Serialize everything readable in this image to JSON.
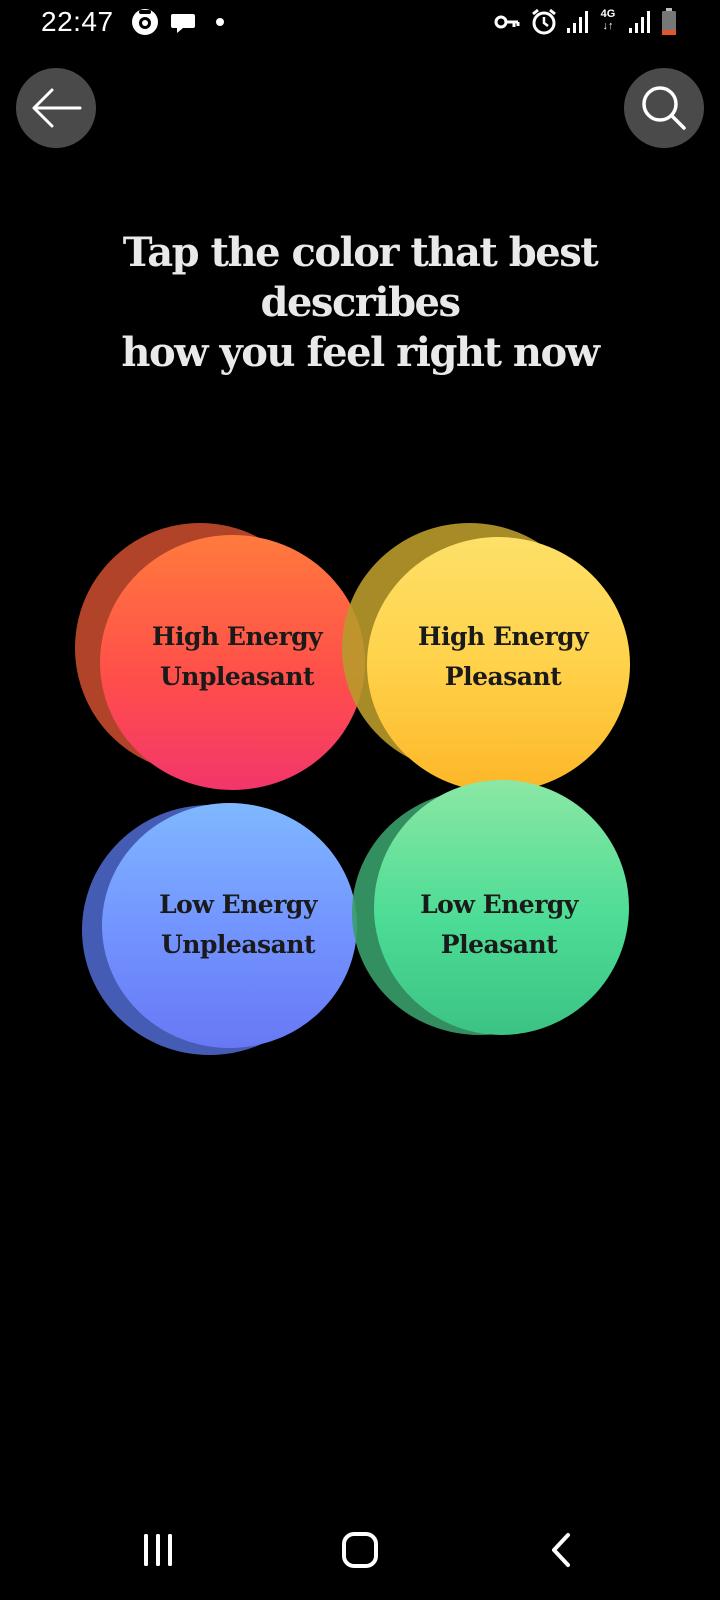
{
  "status_bar": {
    "time": "22:47",
    "network_label": "4G",
    "icons": [
      "camera-notification-icon",
      "chat-notification-icon",
      "notification-dot",
      "vpn-key-icon",
      "alarm-icon",
      "signal-icon",
      "4g-data-icon",
      "signal-icon-2",
      "battery-low-icon"
    ]
  },
  "header": {
    "back_icon": "arrow-left-icon",
    "search_icon": "search-icon"
  },
  "prompt": {
    "line1": "Tap the color that best describes",
    "line2": "how you feel right now"
  },
  "moods": [
    {
      "line1": "High Energy",
      "line2": "Unpleasant",
      "color": "#ff5a46"
    },
    {
      "line1": "High Energy",
      "line2": "Pleasant",
      "color": "#ffcf40"
    },
    {
      "line1": "Low Energy",
      "line2": "Unpleasant",
      "color": "#7395ff"
    },
    {
      "line1": "Low Energy",
      "line2": "Pleasant",
      "color": "#4cdc95"
    }
  ],
  "navbar": {
    "icons": [
      "recent-apps-icon",
      "home-icon",
      "back-nav-icon"
    ]
  }
}
